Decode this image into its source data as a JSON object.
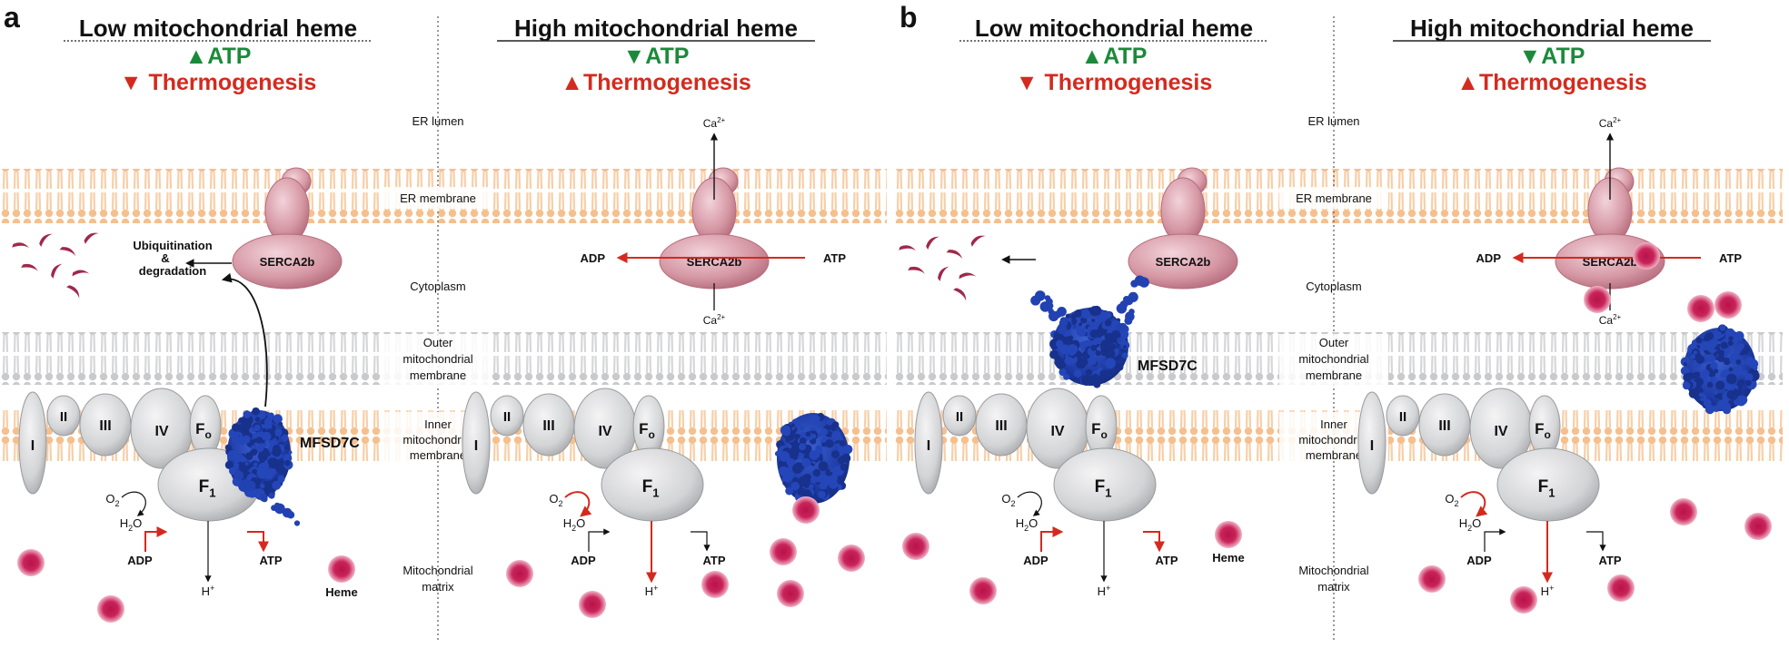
{
  "panels": [
    {
      "letter": "a",
      "left": {
        "title": "Low mitochondrial heme",
        "atp": "▲ATP",
        "thermo": "▼ Thermogenesis",
        "ubiquitination": "Ubiquitination",
        "amp": "&",
        "degradation": "degradation",
        "serca": "SERCA2b",
        "mfsd7c": "MFSD7C",
        "complexes": [
          "I",
          "II",
          "III",
          "IV"
        ],
        "fo": "Fo",
        "f1": "F1",
        "o2": "O2",
        "h2o": "H2O",
        "adp": "ADP",
        "atp_label": "ATP",
        "hplus": "H+",
        "heme": "Heme"
      },
      "center": {
        "er_lumen": "ER lumen",
        "er_membrane": "ER membrane",
        "cytoplasm": "Cytoplasm",
        "outer_mito_membrane": [
          "Outer",
          "mitochondrial",
          "membrane"
        ],
        "inner_mito_membrane": [
          "Inner",
          "mitochondrial",
          "membrane"
        ],
        "mito_matrix": [
          "Mitochondrial",
          "matrix"
        ]
      },
      "right": {
        "title": "High mitochondrial heme",
        "atp": "▼ATP",
        "thermo": "▲Thermogenesis",
        "serca": "SERCA2b",
        "ca_top": "Ca2+",
        "ca_bottom": "Ca2+",
        "adp_serca": "ADP",
        "atp_serca": "ATP",
        "complexes": [
          "I",
          "II",
          "III",
          "IV"
        ],
        "fo": "Fo",
        "f1": "F1",
        "o2": "O2",
        "h2o": "H2O",
        "adp": "ADP",
        "atp_label": "ATP",
        "hplus": "H+"
      }
    },
    {
      "letter": "b",
      "left": {
        "title": "Low mitochondrial heme",
        "atp": "▲ATP",
        "thermo": "▼ Thermogenesis",
        "serca": "SERCA2b",
        "mfsd7c": "MFSD7C",
        "complexes": [
          "I",
          "II",
          "III",
          "IV"
        ],
        "fo": "Fo",
        "f1": "F1",
        "o2": "O2",
        "h2o": "H2O",
        "adp": "ADP",
        "atp_label": "ATP",
        "hplus": "H+",
        "heme": "Heme"
      },
      "center": {
        "er_lumen": "ER lumen",
        "er_membrane": "ER membrane",
        "cytoplasm": "Cytoplasm",
        "outer_mito_membrane": [
          "Outer",
          "mitochondrial",
          "membrane"
        ],
        "inner_mito_membrane": [
          "Inner",
          "mitochondrial",
          "membrane"
        ],
        "mito_matrix": [
          "Mitochondrial",
          "matrix"
        ]
      },
      "right": {
        "title": "High mitochondrial heme",
        "atp": "▼ATP",
        "thermo": "▲Thermogenesis",
        "serca": "SERCA2b",
        "ca_top": "Ca2+",
        "ca_bottom": "Ca2+",
        "adp_serca": "ADP",
        "atp_serca": "ATP",
        "complexes": [
          "I",
          "II",
          "III",
          "IV"
        ],
        "fo": "Fo",
        "f1": "F1",
        "o2": "O2",
        "h2o": "H2O",
        "adp": "ADP",
        "atp_label": "ATP",
        "hplus": "H+"
      }
    }
  ],
  "colors": {
    "green": "#1a8a3a",
    "red": "#d42a1e",
    "membrane_orange": "#f6c796",
    "membrane_gray": "#cfd0d2",
    "protein_gray": "#d7d8da",
    "serca_pink": "#cf8e9c",
    "mfsd7c_blue": "#1f3ea8",
    "heme": "#c01a4f",
    "degraded": "#a0284a"
  }
}
